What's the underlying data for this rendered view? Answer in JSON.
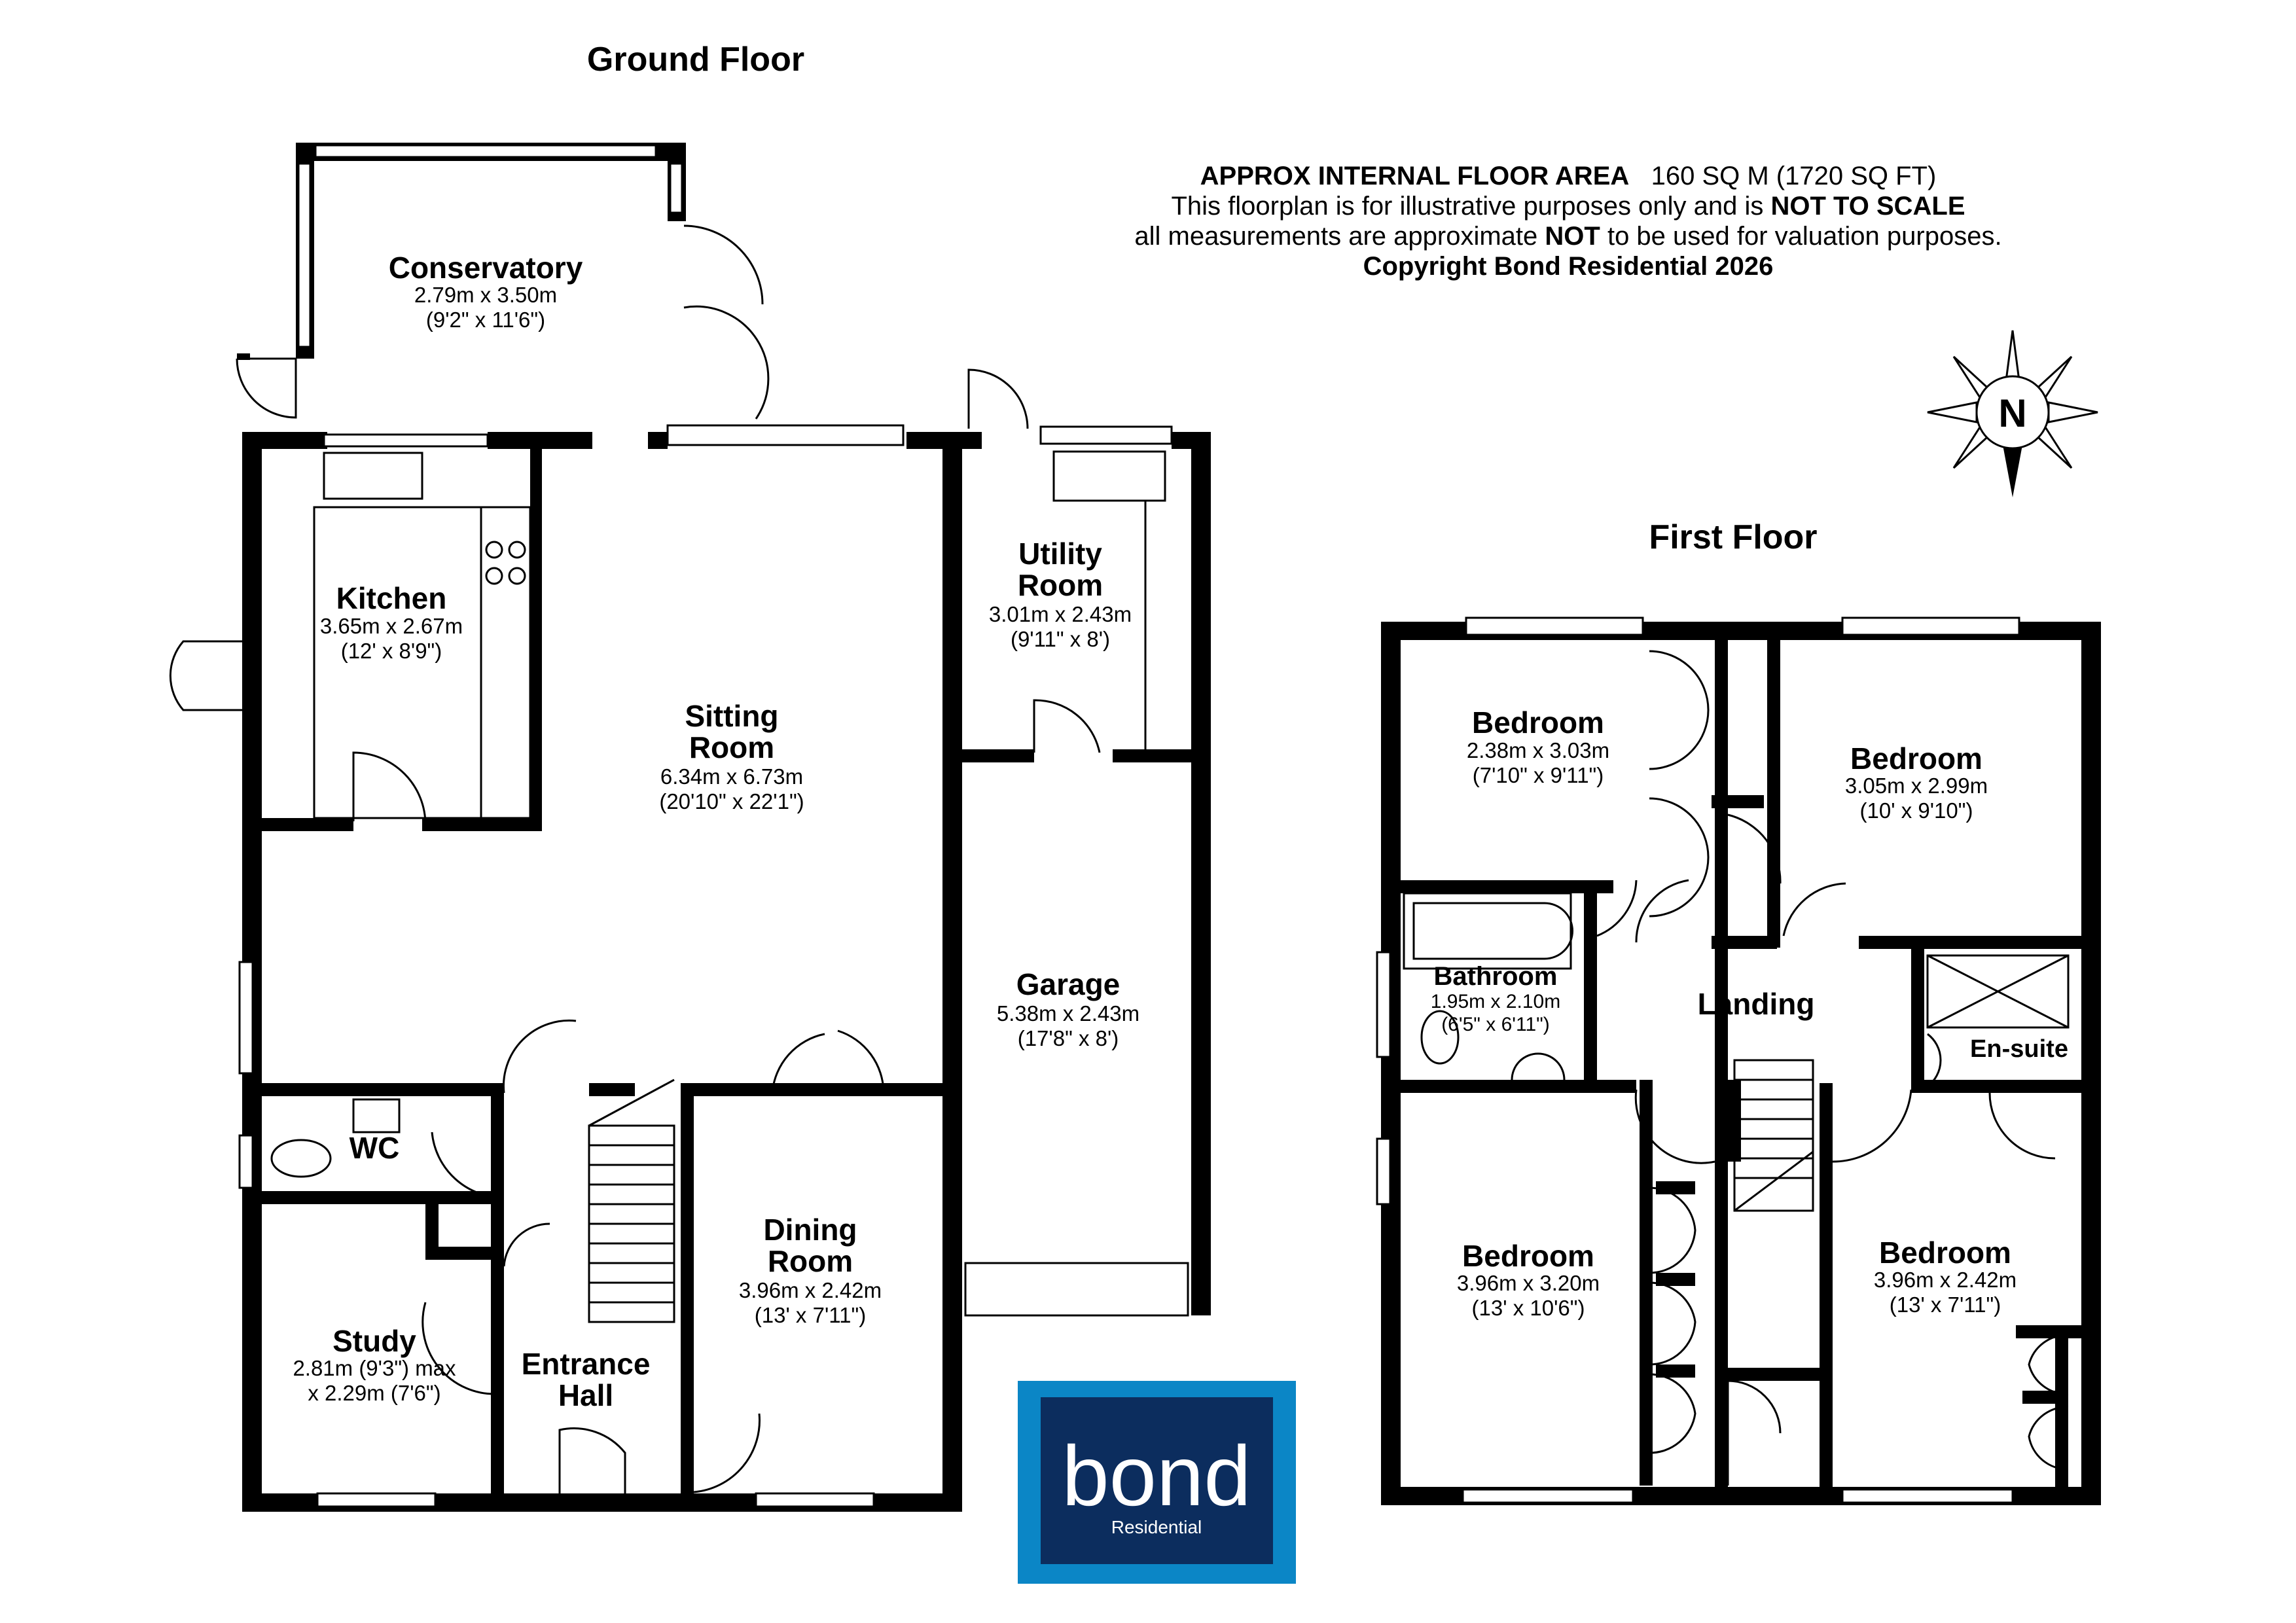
{
  "floors": {
    "ground": "Ground Floor",
    "first": "First Floor"
  },
  "header": {
    "area_label": "APPROX INTERNAL FLOOR AREA",
    "area_value": "160 SQ M (1720 SQ FT)",
    "disclaimer_pre": "This floorplan is for illustrative purposes only and is",
    "disclaimer_bold": "NOT TO SCALE",
    "measure_pre": "all measurements are approximate",
    "measure_bold": "NOT",
    "measure_post": "to be used for valuation purposes.",
    "copyright": "Copyright Bond Residential 2026"
  },
  "compass": {
    "letter": "N"
  },
  "rooms": {
    "conservatory": {
      "name": "Conservatory",
      "metric": "2.79m x 3.50m",
      "imperial": "(9'2\" x 11'6\")"
    },
    "kitchen": {
      "name": "Kitchen",
      "metric": "3.65m x 2.67m",
      "imperial": "(12' x 8'9\")"
    },
    "sitting": {
      "name1": "Sitting",
      "name2": "Room",
      "metric": "6.34m x 6.73m",
      "imperial": "(20'10\" x 22'1\")"
    },
    "utility": {
      "name1": "Utility",
      "name2": "Room",
      "metric": "3.01m x 2.43m",
      "imperial": "(9'11\" x 8')"
    },
    "garage": {
      "name": "Garage",
      "metric": "5.38m x 2.43m",
      "imperial": "(17'8\" x 8')"
    },
    "wc": {
      "name": "WC"
    },
    "study": {
      "name": "Study",
      "metric": "2.81m (9'3\") max",
      "imperial": "x 2.29m (7'6\")"
    },
    "entrance": {
      "name1": "Entrance",
      "name2": "Hall"
    },
    "dining": {
      "name1": "Dining",
      "name2": "Room",
      "metric": "3.96m x 2.42m",
      "imperial": "(13' x 7'11\")"
    },
    "bed1": {
      "name": "Bedroom",
      "metric": "2.38m x 3.03m",
      "imperial": "(7'10\" x 9'11\")"
    },
    "bed2": {
      "name": "Bedroom",
      "metric": "3.05m x 2.99m",
      "imperial": "(10' x 9'10\")"
    },
    "bathroom": {
      "name": "Bathroom",
      "metric": "1.95m x 2.10m",
      "imperial": "(6'5\" x 6'11\")"
    },
    "landing": {
      "name": "Landing"
    },
    "ensuite": {
      "name": "En-suite"
    },
    "bed3": {
      "name": "Bedroom",
      "metric": "3.96m x 3.20m",
      "imperial": "(13' x 10'6\")"
    },
    "bed4": {
      "name": "Bedroom",
      "metric": "3.96m x 2.42m",
      "imperial": "(13' x 7'11\")"
    }
  },
  "logo": {
    "word": "bond",
    "sub": "Residential",
    "outer_color": "#0b86c6",
    "inner_color": "#0c2d5e"
  }
}
